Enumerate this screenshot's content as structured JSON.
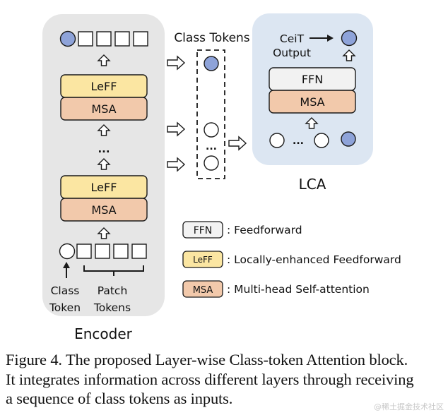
{
  "colors": {
    "encoder_bg": "#e6e6e6",
    "lca_bg": "#dce6f2",
    "leff_fill": "#fbe6a2",
    "msa_fill": "#f2c9ab",
    "ffn_fill": "#f2f2f2",
    "token_fill": "#8ea3d9",
    "stroke": "#1a1a1a"
  },
  "encoder": {
    "title": "Encoder",
    "top_blocks": {
      "upper": "LeFF",
      "lower": "MSA"
    },
    "bottom_blocks": {
      "upper": "LeFF",
      "lower": "MSA"
    },
    "ellipsis": "...",
    "class_token_label_line1": "Class",
    "class_token_label_line2": "Token",
    "patch_tokens_label_line1": "Patch",
    "patch_tokens_label_line2": "Tokens",
    "patch_token_count": 4
  },
  "class_tokens": {
    "title": "Class Tokens",
    "ellipsis": "..."
  },
  "lca": {
    "title": "LCA",
    "output_label_line1": "CeiT",
    "output_label_line2": "Output",
    "blocks": {
      "upper": "FFN",
      "lower": "MSA"
    },
    "ellipsis": "..."
  },
  "legend": [
    {
      "key": "FFN",
      "desc": ": Feedforward"
    },
    {
      "key": "LeFF",
      "desc": ": Locally-enhanced Feedforward"
    },
    {
      "key": "MSA",
      "desc": ": Multi-head Self-attention"
    }
  ],
  "caption": {
    "line1": "Figure 4. The proposed Layer-wise Class-token Attention block.",
    "line2": "It integrates information across different layers through receiving",
    "line3": "a sequence of class tokens as inputs."
  },
  "watermark": "@稀土掘金技术社区"
}
